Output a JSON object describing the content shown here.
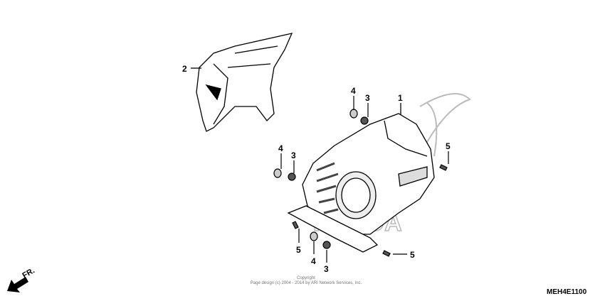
{
  "diagram": {
    "callouts": [
      {
        "id": "c2",
        "label": "2"
      },
      {
        "id": "c4a",
        "label": "4"
      },
      {
        "id": "c3a",
        "label": "3"
      },
      {
        "id": "c1",
        "label": "1"
      },
      {
        "id": "c4b",
        "label": "4"
      },
      {
        "id": "c3b",
        "label": "3"
      },
      {
        "id": "c5a",
        "label": "5"
      },
      {
        "id": "c5b",
        "label": "5"
      },
      {
        "id": "c4c",
        "label": "4"
      },
      {
        "id": "c3c",
        "label": "3"
      },
      {
        "id": "c5c",
        "label": "5"
      }
    ],
    "front_indicator": "FR.",
    "watermark_logo": "HONDA",
    "copyright_line1": "Copyright",
    "copyright_line2": "Page design (c) 2004 - 2014 by ARI Network Services, Inc.",
    "diagram_code": "MEH4E1100"
  }
}
